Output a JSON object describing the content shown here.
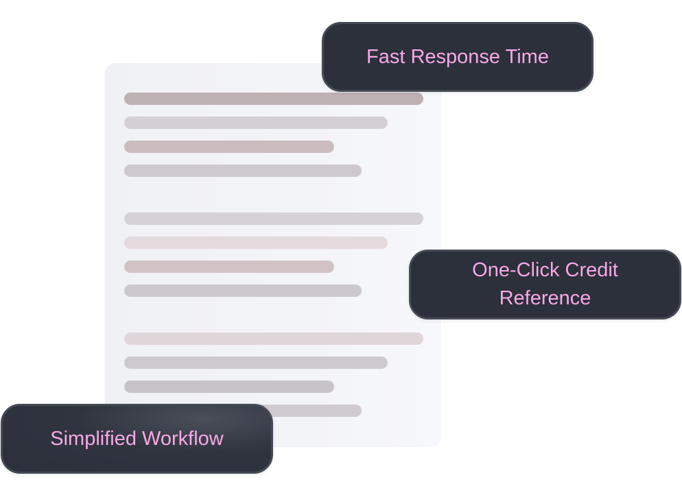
{
  "features": {
    "fast_response": "Fast Response Time",
    "one_click_credit": "One-Click Credit Reference",
    "simplified_workflow": "Simplified Workflow"
  },
  "colors": {
    "pill_background": "#2b303b",
    "pill_border": "#454a55",
    "pill_text": "#f9a8e6",
    "document_background": "#f3f4f7"
  }
}
